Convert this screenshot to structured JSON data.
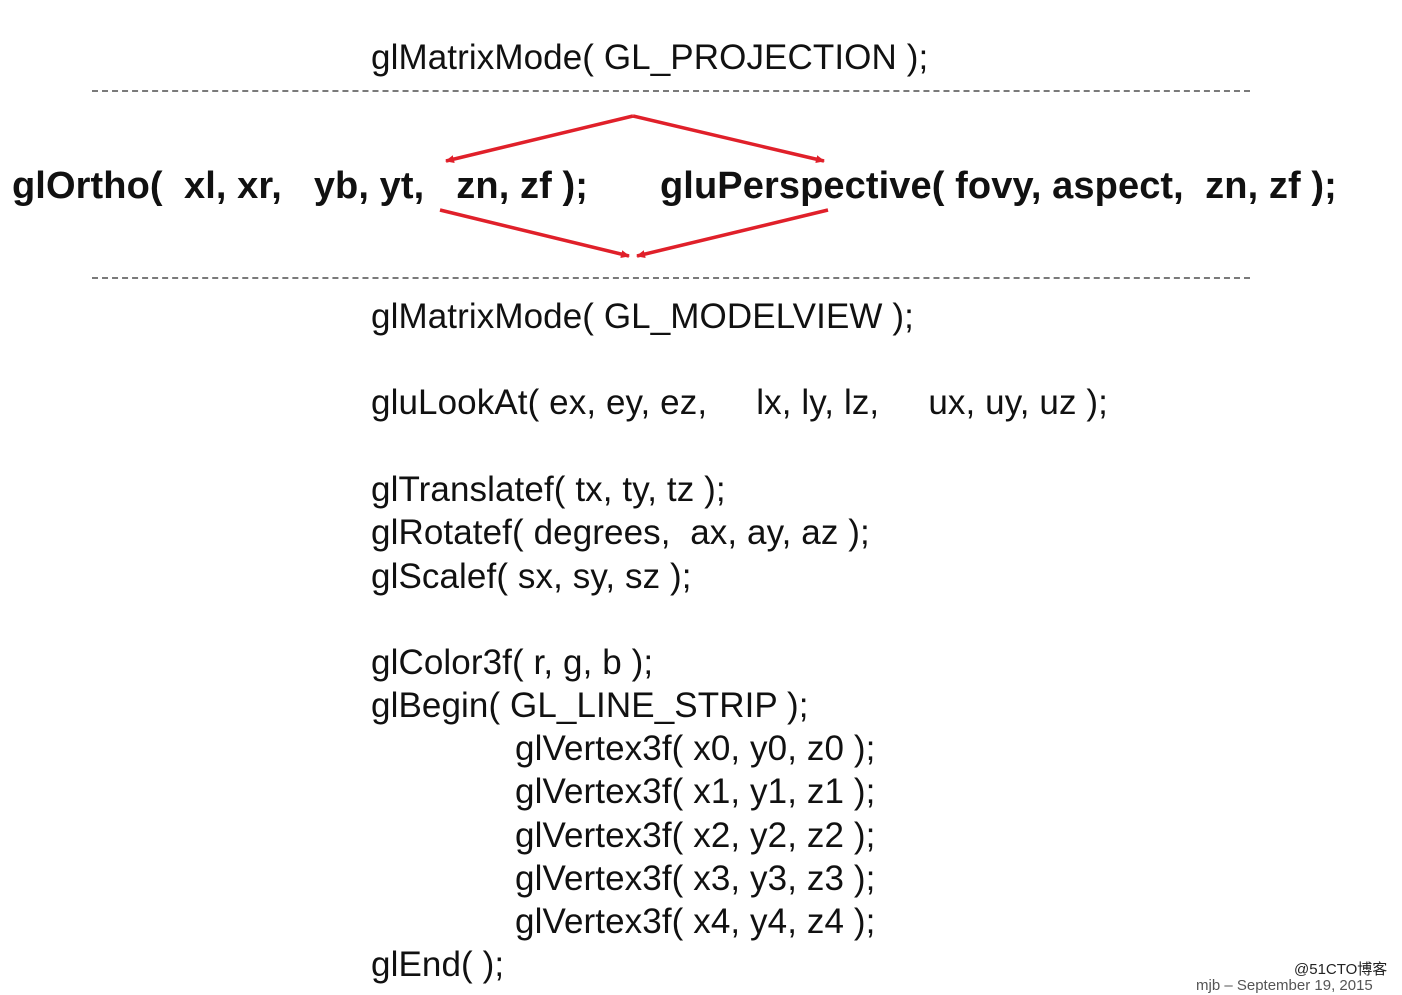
{
  "projection": {
    "mode_line": "glMatrixMode( GL_PROJECTION );",
    "ortho": "glOrtho(  xl, xr,   yb, yt,   zn, zf );",
    "perspective": "gluPerspective( fovy, aspect,  zn, zf );"
  },
  "modelview": {
    "mode_line": "glMatrixMode( GL_MODELVIEW );",
    "lookat": "gluLookAt( ex, ey, ez,     lx, ly, lz,     ux, uy, uz );",
    "translate": "glTranslatef( tx, ty, tz );",
    "rotate": "glRotatef( degrees,  ax, ay, az );",
    "scale": "glScalef( sx, sy, sz );",
    "color": "glColor3f( r, g, b );",
    "begin": "glBegin( GL_LINE_STRIP );",
    "vertices": [
      "glVertex3f( x0, y0, z0 );",
      "glVertex3f( x1, y1, z1 );",
      "glVertex3f( x2, y2, z2 );",
      "glVertex3f( x3, y3, z3 );",
      "glVertex3f( x4, y4, z4 );"
    ],
    "end": "glEnd( );"
  },
  "footer": {
    "watermark": "@51CTO博客",
    "credit": "mjb – September 19, 2015"
  },
  "colors": {
    "arrow": "#e0202a",
    "text": "#111111",
    "divider": "#7a7a7a"
  }
}
